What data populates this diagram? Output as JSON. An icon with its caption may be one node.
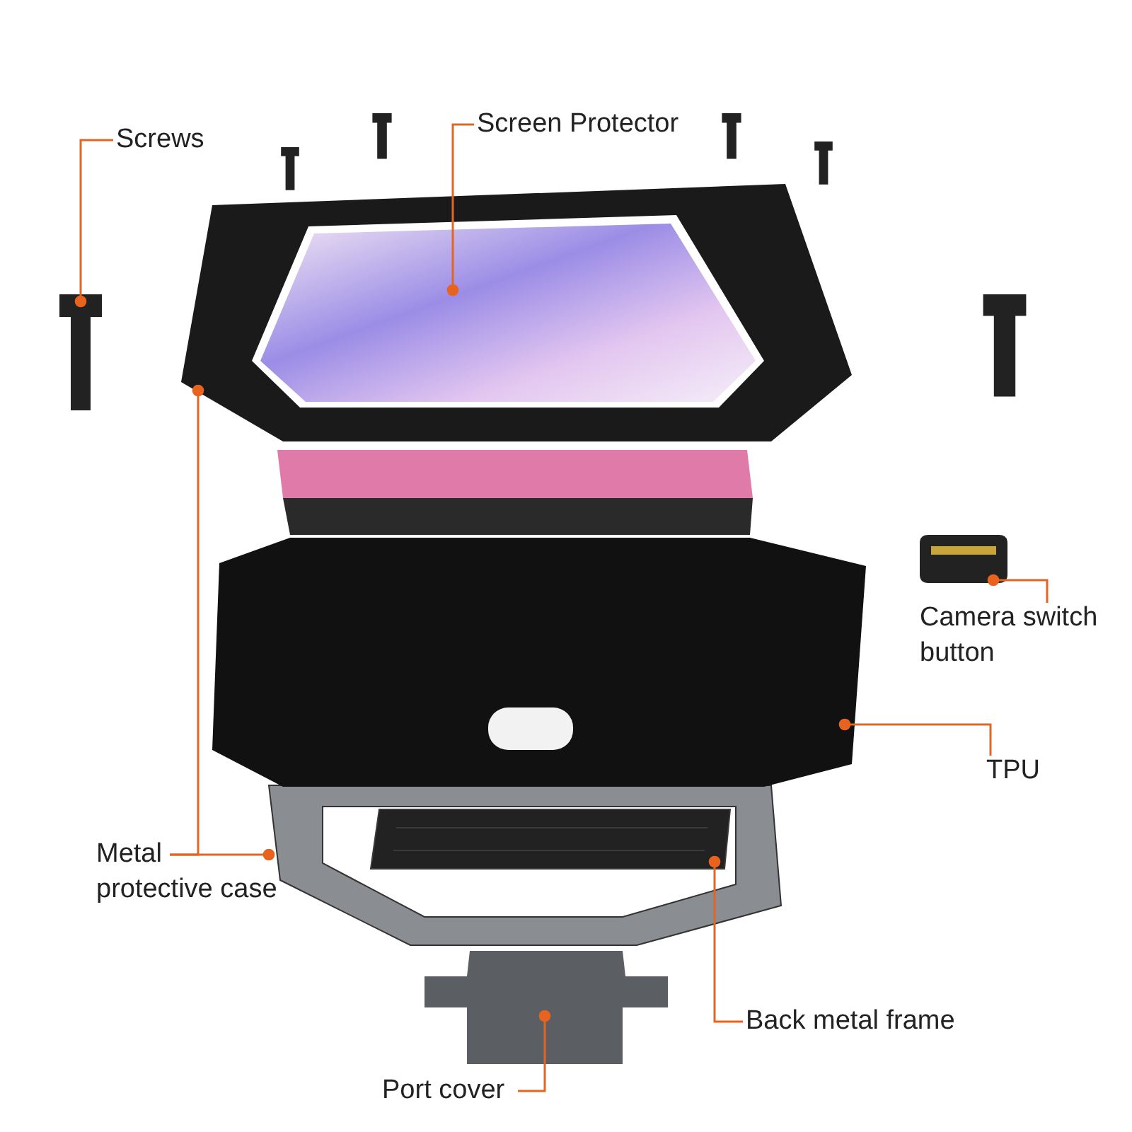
{
  "diagram": {
    "nodes": [
      {
        "text": [
          "Screws"
        ]
      },
      {
        "text": [],
        "shape": "picture"
      },
      {
        "text": [
          "Screen Protector"
        ]
      },
      {
        "text": [],
        "shape": "picture",
        "in": 5
      },
      {
        "text": [
          "Metal protective case"
        ]
      },
      {
        "text": [],
        "shape": "picture"
      },
      {
        "text": [],
        "shape": "picture"
      },
      {
        "text": [
          "Camera switch button"
        ]
      },
      {
        "text": [],
        "shape": "picture"
      },
      {
        "text": [
          "TPU"
        ]
      },
      {
        "text": [],
        "shape": "picture"
      },
      {
        "text": [
          "Back metal frame"
        ]
      },
      {
        "text": [],
        "shape": "picture",
        "in": 6
      },
      {
        "text": [
          "Port cover"
        ]
      },
      {
        "text": [],
        "shape": "picture"
      }
    ],
    "edges": [
      {
        "from": 0,
        "to": 1,
        "arrow": "other"
      },
      {
        "from": 2,
        "to": 3,
        "arrow": "other"
      },
      {
        "from": 4,
        "to": 5,
        "arrow": "other"
      },
      {
        "from": 4,
        "to": 6,
        "arrow": "other"
      },
      {
        "from": 7,
        "to": 8,
        "arrow": "other"
      },
      {
        "from": 9,
        "to": 10,
        "arrow": "other"
      },
      {
        "from": 11,
        "to": 12,
        "arrow": "other"
      },
      {
        "from": 13,
        "to": 14,
        "arrow": "other"
      }
    ]
  }
}
